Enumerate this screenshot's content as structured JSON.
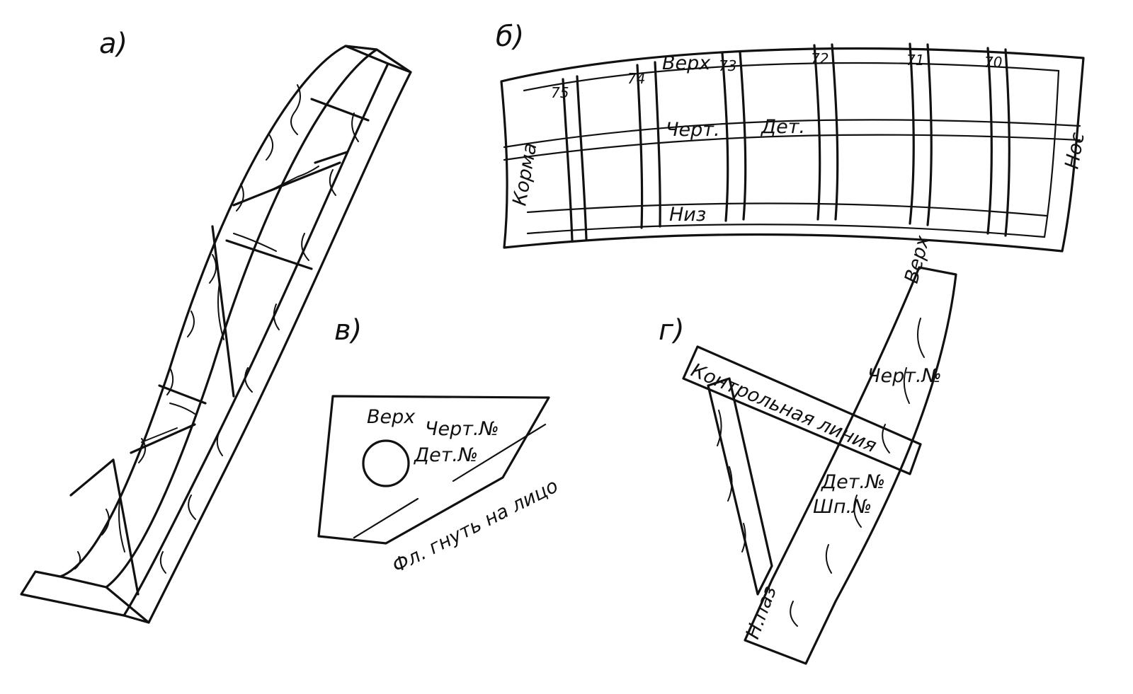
{
  "panels": {
    "a": {
      "label": "а)"
    },
    "b": {
      "label": "б)",
      "frames": [
        "75",
        "74",
        "73",
        "72",
        "71",
        "70"
      ],
      "top": "Верх",
      "drawing": "Черт.",
      "detail": "Дет.",
      "bottom": "Низ",
      "stern": "Корма",
      "bow": "Нос"
    },
    "v": {
      "label": "в)",
      "top": "Верх",
      "drawing_no": "Черт.№",
      "detail_no": "Дет.№",
      "flange_note": "Фл. гнуть на лицо"
    },
    "g": {
      "label": "г)",
      "top": "Верх",
      "control_line": "Контрольная линия",
      "drawing_no": "Черт.№",
      "detail_no": "Дет.№",
      "frame_no": "Шп.№",
      "seam": "Н.паз"
    }
  }
}
